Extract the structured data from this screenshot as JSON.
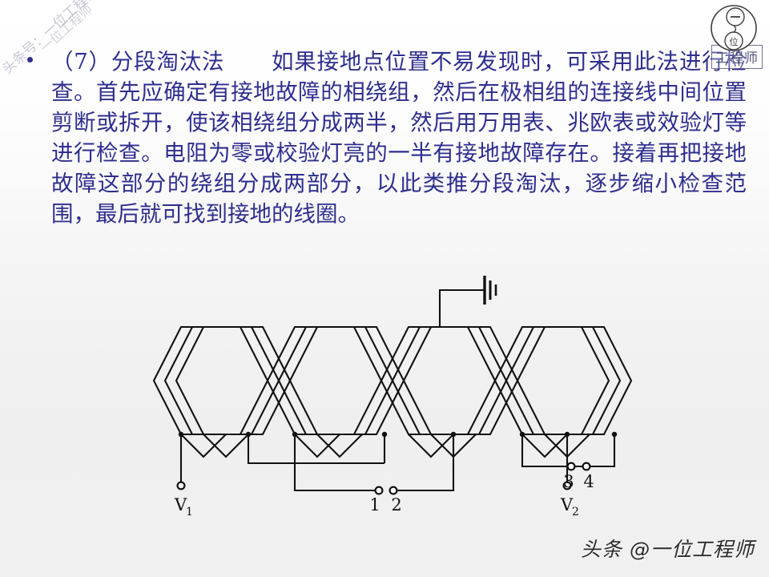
{
  "slide": {
    "background_top_color": "#ffffff",
    "background_bottom_color": "#f0f0f0",
    "text_color": "#2e2e8f",
    "diagram_line_color": "#111111"
  },
  "body": {
    "bullet_marker": "•",
    "heading": "（7）分段淘汰法",
    "paragraph": "如果接地点位置不易发现时，可采用此法进行检查。首先应确定有接地故障的相绕组，然后在极相组的连接线中间位置剪断或拆开，使该相绕组分成两半，然后用万用表、兆欧表或效验灯等进行检查。电阻为零或校验灯亮的一半有接地故障存在。接着再把接地故障这部分的绕组分成两部分，以此类推分段淘汰，逐步缩小检查范围，最后就可找到接地的线圈。"
  },
  "watermarks": {
    "left_diagonal": "头条号：一位工程师",
    "upper_diagonal": "一位工程师",
    "boxed_top_right": "工程师"
  },
  "logo": {
    "name": "circular-badge-logo",
    "line1": "一",
    "line2": "位",
    "middle": "工"
  },
  "credit": {
    "text": "头条 @一位工程师"
  },
  "diagram": {
    "title": "stator-winding-sectional-elimination-diagram",
    "coil_group_count": 4,
    "nested_loops_per_group": 3,
    "ground_symbol": "earth-ground",
    "terminals": [
      {
        "id": "V1",
        "label": "V",
        "sub": "1"
      },
      {
        "id": "T1",
        "label": "1",
        "sub": ""
      },
      {
        "id": "T2",
        "label": "2",
        "sub": ""
      },
      {
        "id": "T3",
        "label": "3",
        "sub": ""
      },
      {
        "id": "T4",
        "label": "4",
        "sub": ""
      },
      {
        "id": "V2",
        "label": "V",
        "sub": "2"
      }
    ]
  }
}
